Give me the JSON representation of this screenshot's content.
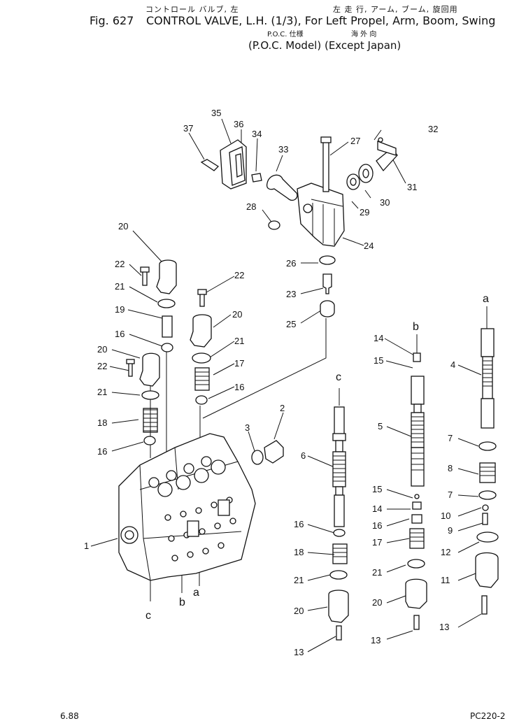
{
  "header": {
    "jp_line1_a": "コントロール バルブ, 左",
    "jp_line1_b": "左 走 行, アーム, ブーム, 旋回用",
    "fig_no": "Fig. 627",
    "title": "CONTROL VALVE, L.H. (1/3), For Left Propel, Arm, Boom, Swing",
    "jp_line3_a": "P.O.C. 仕様",
    "jp_line3_b": "海 外 向",
    "subtitle": "(P.O.C. Model) (Except Japan)"
  },
  "footer": {
    "date": "6.88",
    "ref": "PC220-2"
  },
  "callouts": {
    "n1": "1",
    "n2": "2",
    "n3": "3",
    "n4": "4",
    "n5": "5",
    "n6": "6",
    "n7a": "7",
    "n7b": "7",
    "n8": "8",
    "n9": "9",
    "n10": "10",
    "n11": "11",
    "n12": "12",
    "n13a": "13",
    "n13b": "13",
    "n13c": "13",
    "n14a": "14",
    "n14b": "14",
    "n15a": "15",
    "n15b": "15",
    "n16a": "16",
    "n16b": "16",
    "n16c": "16",
    "n16d": "16",
    "n16e": "16",
    "n17a": "17",
    "n17b": "17",
    "n18a": "18",
    "n18b": "18",
    "n19": "19",
    "n20a": "20",
    "n20b": "20",
    "n20c": "20",
    "n20d": "20",
    "n20e": "20",
    "n21a": "21",
    "n21b": "21",
    "n21c": "21",
    "n21d": "21",
    "n21e": "21",
    "n22a": "22",
    "n22b": "22",
    "n22c": "22",
    "n23": "23",
    "n24": "24",
    "n25": "25",
    "n26": "26",
    "n27": "27",
    "n28": "28",
    "n29": "29",
    "n30": "30",
    "n31": "31",
    "n32": "32",
    "n33": "33",
    "n34": "34",
    "n35": "35",
    "n36": "36",
    "n37": "37"
  },
  "letters": {
    "a1": "a",
    "a2": "a",
    "b1": "b",
    "b2": "b",
    "c1": "c",
    "c2": "c"
  }
}
